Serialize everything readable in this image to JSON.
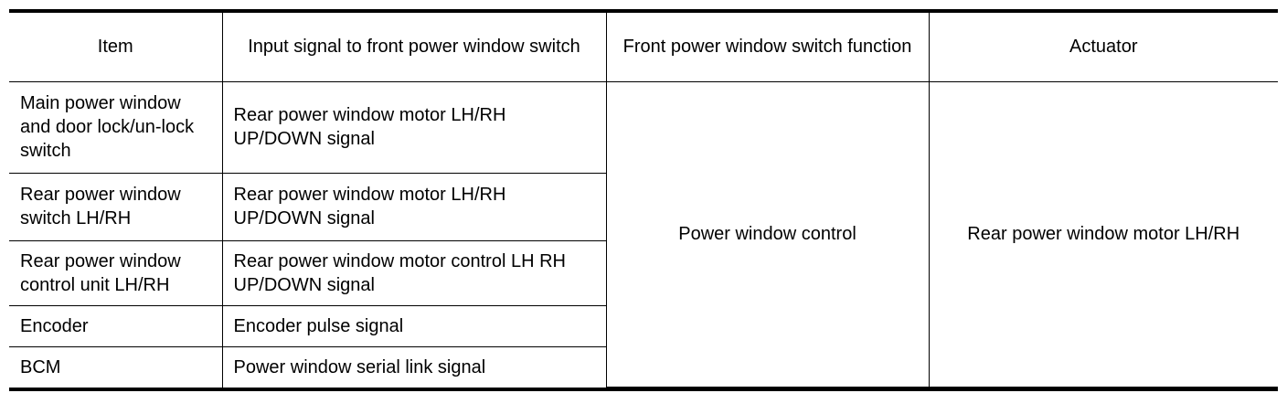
{
  "table": {
    "columns": [
      {
        "key": "item",
        "label": "Item"
      },
      {
        "key": "input_signal",
        "label": "Input signal to front power window switch"
      },
      {
        "key": "switch_function",
        "label": "Front power window switch function"
      },
      {
        "key": "actuator",
        "label": "Actuator"
      }
    ],
    "rows": [
      {
        "item": "Main power window and door lock/un-lock switch",
        "input_signal": "Rear power window motor LH/RH UP/DOWN signal"
      },
      {
        "item": "Rear power window switch LH/RH",
        "input_signal": "Rear power window motor LH/RH UP/DOWN signal"
      },
      {
        "item": "Rear power window control unit LH/RH",
        "input_signal": "Rear power window motor control LH RH UP/DOWN signal"
      },
      {
        "item": "Encoder",
        "input_signal": "Encoder pulse signal"
      },
      {
        "item": "BCM",
        "input_signal": "Power window serial link signal"
      }
    ],
    "merged": {
      "switch_function": "Power window control",
      "actuator": "Rear power window motor LH/RH"
    }
  },
  "style": {
    "text_color": "#000000",
    "rule_color": "#000000",
    "background": "#ffffff"
  }
}
